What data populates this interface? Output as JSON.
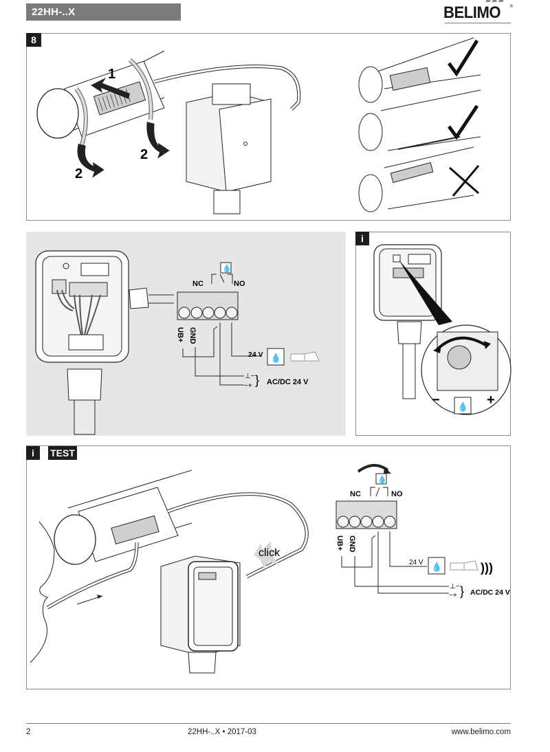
{
  "header": {
    "product_code": "22HH-..X",
    "brand": "BELIMO",
    "brand_mark": "®"
  },
  "step8": {
    "tag": "8",
    "arrow_labels": [
      "1",
      "2",
      "2"
    ],
    "mounting_examples": [
      {
        "name": "sensor-on-side-of-pipe",
        "verdict": "correct",
        "icon": "checkmark-icon"
      },
      {
        "name": "sensor-below-pipe",
        "verdict": "correct",
        "icon": "checkmark-icon"
      },
      {
        "name": "sensor-on-top-of-pipe",
        "verdict": "incorrect",
        "icon": "cross-icon"
      }
    ]
  },
  "wiring": {
    "relay_labels": {
      "nc": "NC",
      "no": "NO"
    },
    "terminal_labels": [
      "UB+",
      "GND"
    ],
    "output_voltage": "24 V",
    "supply_label": "AC/DC 24 V",
    "supply_minus": "⊥−",
    "supply_plus": "~+",
    "icons": [
      "condensation-drop-icon",
      "alarm-lamp-icon"
    ]
  },
  "sensitivity": {
    "tag": "i",
    "minus": "−",
    "plus": "+",
    "icon": "condensation-drop-icon"
  },
  "test": {
    "tag_info": "i",
    "tag_test": "TEST",
    "click_label": "click",
    "relay_labels": {
      "nc": "NC",
      "no": "NO"
    },
    "terminal_labels": [
      "UB+",
      "GND"
    ],
    "output_voltage": "24 V",
    "supply_label": "AC/DC 24 V",
    "supply_minus": "⊥−",
    "supply_plus": "~+"
  },
  "footer": {
    "page": "2",
    "doc_ref": "22HH-..X • 2017-03",
    "url": "www.belimo.com"
  }
}
